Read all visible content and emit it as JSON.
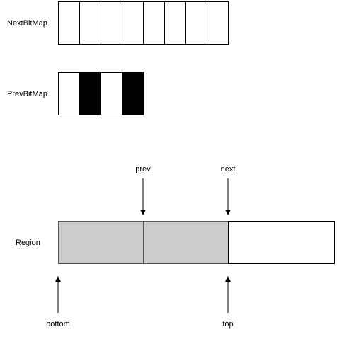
{
  "labels": {
    "next_bitmap": "NextBitMap",
    "prev_bitmap": "PrevBitMap",
    "region": "Region",
    "prev": "prev",
    "next": "next",
    "bottom": "bottom",
    "top": "top"
  },
  "next_bitmap": {
    "cells": [
      "clear",
      "clear",
      "clear",
      "clear",
      "clear",
      "clear",
      "clear",
      "clear"
    ]
  },
  "prev_bitmap": {
    "cells": [
      "clear",
      "marked",
      "clear",
      "marked"
    ]
  },
  "region": {
    "segments": [
      "used",
      "used",
      "free"
    ]
  },
  "colors": {
    "marked": "#000000",
    "clear": "#ffffff",
    "used": "#cccccc",
    "free": "#ffffff",
    "stroke": "#000000"
  }
}
